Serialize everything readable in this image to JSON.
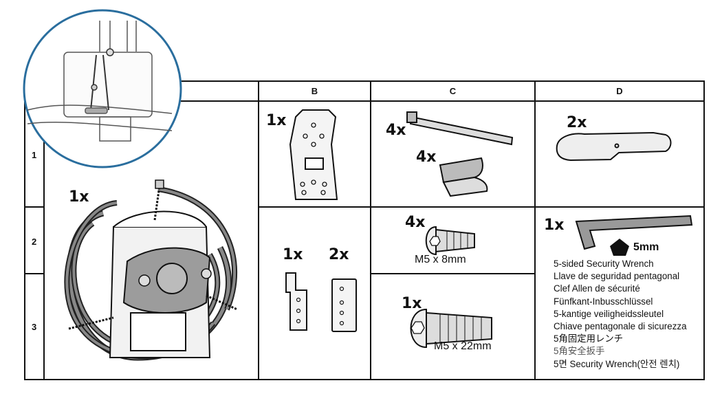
{
  "columns": {
    "b": "B",
    "c": "C",
    "d": "D"
  },
  "rows": {
    "r1": "1",
    "r2": "2",
    "r3": "3"
  },
  "parts": {
    "a_main_qty": "1x",
    "b1_qty": "1x",
    "b23_left_qty": "1x",
    "b23_right_qty": "2x",
    "c1_ties_qty": "4x",
    "c1_pads_qty": "4x",
    "c2_qty": "4x",
    "c2_label": "M5 x 8mm",
    "c3_qty": "1x",
    "c3_label": "M5 x 22mm",
    "d1_qty": "2x",
    "d2_qty": "1x",
    "d2_size": "5mm"
  },
  "wrench_names": [
    "5-sided Security Wrench",
    "Llave de seguridad pentagonal",
    "Clef Allen de sécurité",
    "Fünfkant-Inbusschlüssel",
    "5-kantige veiligheidssleutel",
    "Chiave pentagonale di sicurezza",
    "5角固定用レンチ",
    "5角安全扳手",
    "5면 Security Wrench(안전 렌치)"
  ],
  "colors": {
    "line": "#111111",
    "circle": "#2a6e9e",
    "part_fill": "#e6e6e6",
    "part_dark": "#9a9a9a"
  },
  "icons": [
    "magnifier-detail",
    "cable-bundle",
    "mounting-plate",
    "cable-tie",
    "adhesive-pad",
    "screw",
    "bracket",
    "plate",
    "clip",
    "hex-wrench",
    "pentagon"
  ]
}
